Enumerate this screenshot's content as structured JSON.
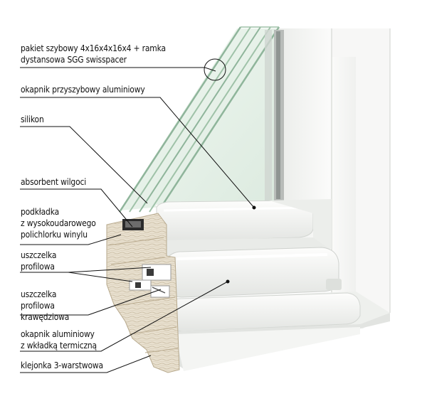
{
  "labels": {
    "glazing": {
      "line1": "pakiet szybowy 4x16x4x16x4 + ramka",
      "line2": "dystansowa SGG swisspacer"
    },
    "drip_glass": {
      "line1": "okapnik przyszybowy aluminiowy"
    },
    "silicone": {
      "line1": "silikon"
    },
    "absorbent": {
      "line1": "absorbent wilgoci"
    },
    "pad": {
      "line1": "podkładka",
      "line2": "z wysokoudarowego",
      "line3": "polichlorku winylu"
    },
    "seal_profile": {
      "line1": "uszczelka",
      "line2": "profilowa"
    },
    "seal_edge": {
      "line1": "uszczelka",
      "line2": "profilowa",
      "line3": "krawędziowa"
    },
    "drip_alu": {
      "line1": "okapnik aluminiowy",
      "line2": "z wkładką termiczną"
    },
    "laminate": {
      "line1": "klejonka 3-warstwowa"
    }
  },
  "colors": {
    "frame_white": "#f4f4f2",
    "frame_shadow": "#d9dbd8",
    "wood": "#e6ddcc",
    "glass": "#dfeee2",
    "leader": "#111111"
  }
}
